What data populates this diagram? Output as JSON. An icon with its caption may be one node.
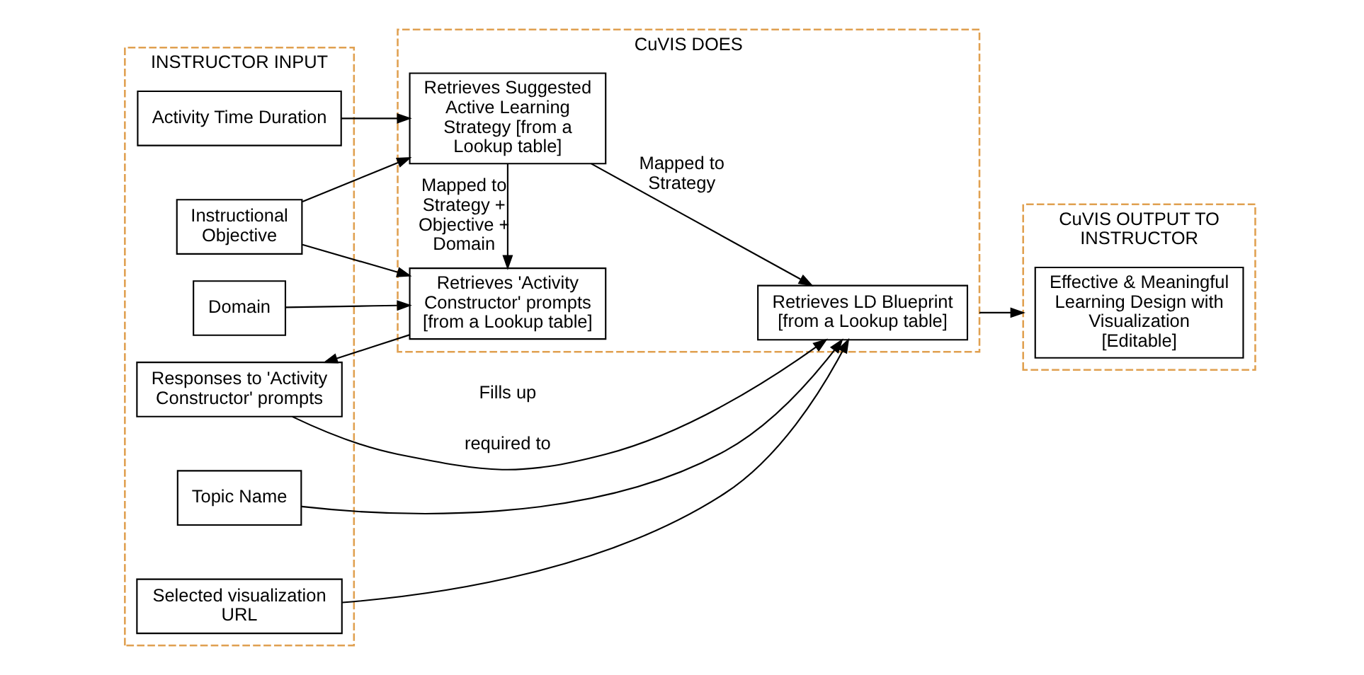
{
  "diagram": {
    "nodes": [
      {
        "text": [
          "INSTRUCTOR INPUT"
        ]
      },
      {
        "text": [
          "Instructional Objective"
        ],
        "in": 0
      },
      {
        "text": [
          "Activity Time Duration"
        ],
        "in": 0
      },
      {
        "text": [
          "Domain"
        ],
        "in": 0
      },
      {
        "text": [
          "Selected visualization URL"
        ],
        "in": 0
      },
      {
        "text": [
          "Topic Name"
        ],
        "in": 0
      },
      {
        "text": [
          "Responses to 'Activity Constructor' prompts"
        ],
        "in": 0
      },
      {
        "text": [
          "CuVIS DOES"
        ]
      },
      {
        "text": [
          "Retrieves Suggested Active Learning Strategy [from a Lookup table]"
        ],
        "in": 7
      },
      {
        "text": [
          "Retrieves 'Activity Constructor' prompts [from a Lookup table]"
        ],
        "in": 7
      },
      {
        "text": [
          "Retrieves LD Blueprint [from a Lookup table]"
        ],
        "in": 7
      },
      {
        "text": [
          "CuVIS OUTPUT TO INSTRUCTOR"
        ]
      },
      {
        "text": [
          "Effective & Meaningful Learning Design with Visualization [Editable]"
        ],
        "in": 11
      }
    ],
    "edges": [
      {
        "from": 1,
        "to": 8,
        "arrow": "to"
      },
      {
        "from": 1,
        "to": 9,
        "arrow": "to"
      },
      {
        "from": 2,
        "to": 8,
        "arrow": "to"
      },
      {
        "from": 3,
        "to": 9,
        "arrow": "to"
      },
      {
        "from": 4,
        "to": 10,
        "arrow": "to"
      },
      {
        "from": 5,
        "to": 10,
        "arrow": "to"
      },
      {
        "from": 8,
        "to": 9,
        "arrow": "to",
        "label": "Mapped to Strategy + Objective + Domain"
      },
      {
        "from": 8,
        "to": 10,
        "arrow": "to",
        "label": "Mapped to Strategy"
      },
      {
        "from": 9,
        "to": 6,
        "arrow": "to"
      },
      {
        "from": 6,
        "to": 10,
        "arrow": "to",
        "label": "required to"
      },
      {
        "from": 7,
        "to": 11,
        "arrow": "to"
      }
    ],
    "labels": [
      "Fills up"
    ]
  }
}
